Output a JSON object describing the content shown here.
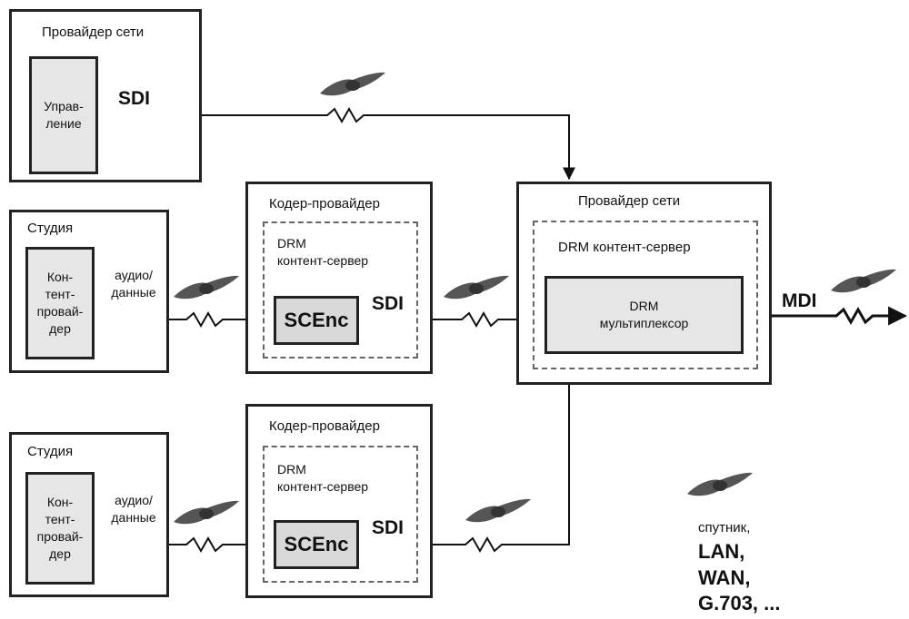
{
  "net_provider_top": {
    "title": "Провайдер сети",
    "mgmt": "Управ-\nление"
  },
  "studio": {
    "title": "Студия",
    "content_provider": "Кон-\nтент-\nпровай-\nдер",
    "link": "аудио/\nданные"
  },
  "encoder": {
    "title": "Кодер-провайдер",
    "server": "DRM\nконтент-сервер",
    "block": "SCEnc"
  },
  "net_provider_right": {
    "title": "Провайдер сети",
    "server": "DRM контент-сервер",
    "mux": "DRM\nмультиплексор"
  },
  "interfaces": {
    "sdi": "SDI",
    "mdi": "MDI"
  },
  "legend": {
    "satellite": "спутник,",
    "lines": [
      "LAN,",
      "WAN,",
      "G.703, ..."
    ]
  },
  "icons": {
    "satellite": "satellite-icon",
    "link": "zigzag-link-icon"
  }
}
